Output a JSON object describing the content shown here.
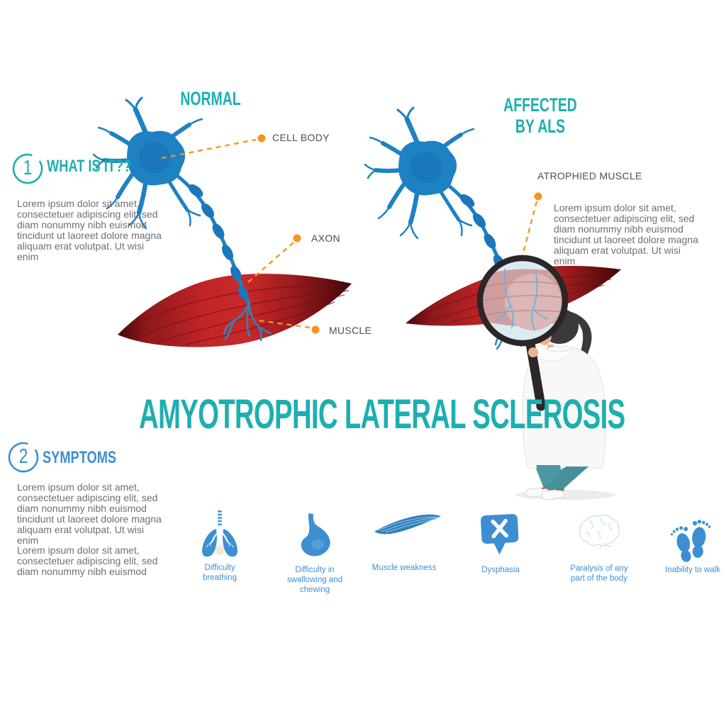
{
  "colors": {
    "teal": "#1CAFB0",
    "blue": "#3D8FD1",
    "orange": "#F7941E",
    "neuron_blue": "#1E81C2",
    "muscle_red": "#C32527",
    "body_gray": "#6E6F72",
    "label_gray": "#4D4E50"
  },
  "headers": {
    "normal": "NORMAL",
    "affected": "AFFECTED\nBY ALS"
  },
  "title": "AMYOTROPHIC LATERAL SCLEROSIS",
  "anatomy_labels": {
    "cell_body": "CELL BODY",
    "axon": "AXON",
    "muscle": "MUSCLE",
    "atrophied_muscle": "ATROPHIED MUSCLE"
  },
  "what_is_it": {
    "number": "1",
    "heading": "WHAT IS IT??",
    "body": "Lorem ipsum dolor sit amet,\nconsectetuer adipiscing elit, sed\ndiam nonummy nibh euismod\ntincidunt ut laoreet dolore magna\naliquam erat volutpat. Ut wisi enim"
  },
  "affected_note": "Lorem ipsum dolor sit amet,\nconsectetuer adipiscing elit, sed\ndiam nonummy nibh euismod\ntincidunt ut laoreet dolore magna\naliquam erat volutpat. Ut wisi enim",
  "symptoms": {
    "number": "2",
    "heading": "SYMPTOMS",
    "body": "Lorem ipsum dolor sit amet,\nconsectetuer adipiscing elit, sed\ndiam nonummy nibh euismod\ntincidunt ut laoreet dolore magna\naliquam erat volutpat. Ut wisi enim\nLorem ipsum dolor sit amet,\nconsectetuer adipiscing elit, sed\ndiam nonummy nibh euismod"
  },
  "symptom_items": [
    {
      "icon": "lungs-icon",
      "label": "Difficulty\nbreathing"
    },
    {
      "icon": "stomach-icon",
      "label": "Difficulty in\nswallowing and\nchewing"
    },
    {
      "icon": "muscle-icon",
      "label": "Muscle weakness"
    },
    {
      "icon": "speech-bubble-x-icon",
      "label": "Dysphasia"
    },
    {
      "icon": "brain-icon",
      "label": "Paralysis of any\npart of the body"
    },
    {
      "icon": "footprints-icon",
      "label": "Inability to walk"
    }
  ]
}
